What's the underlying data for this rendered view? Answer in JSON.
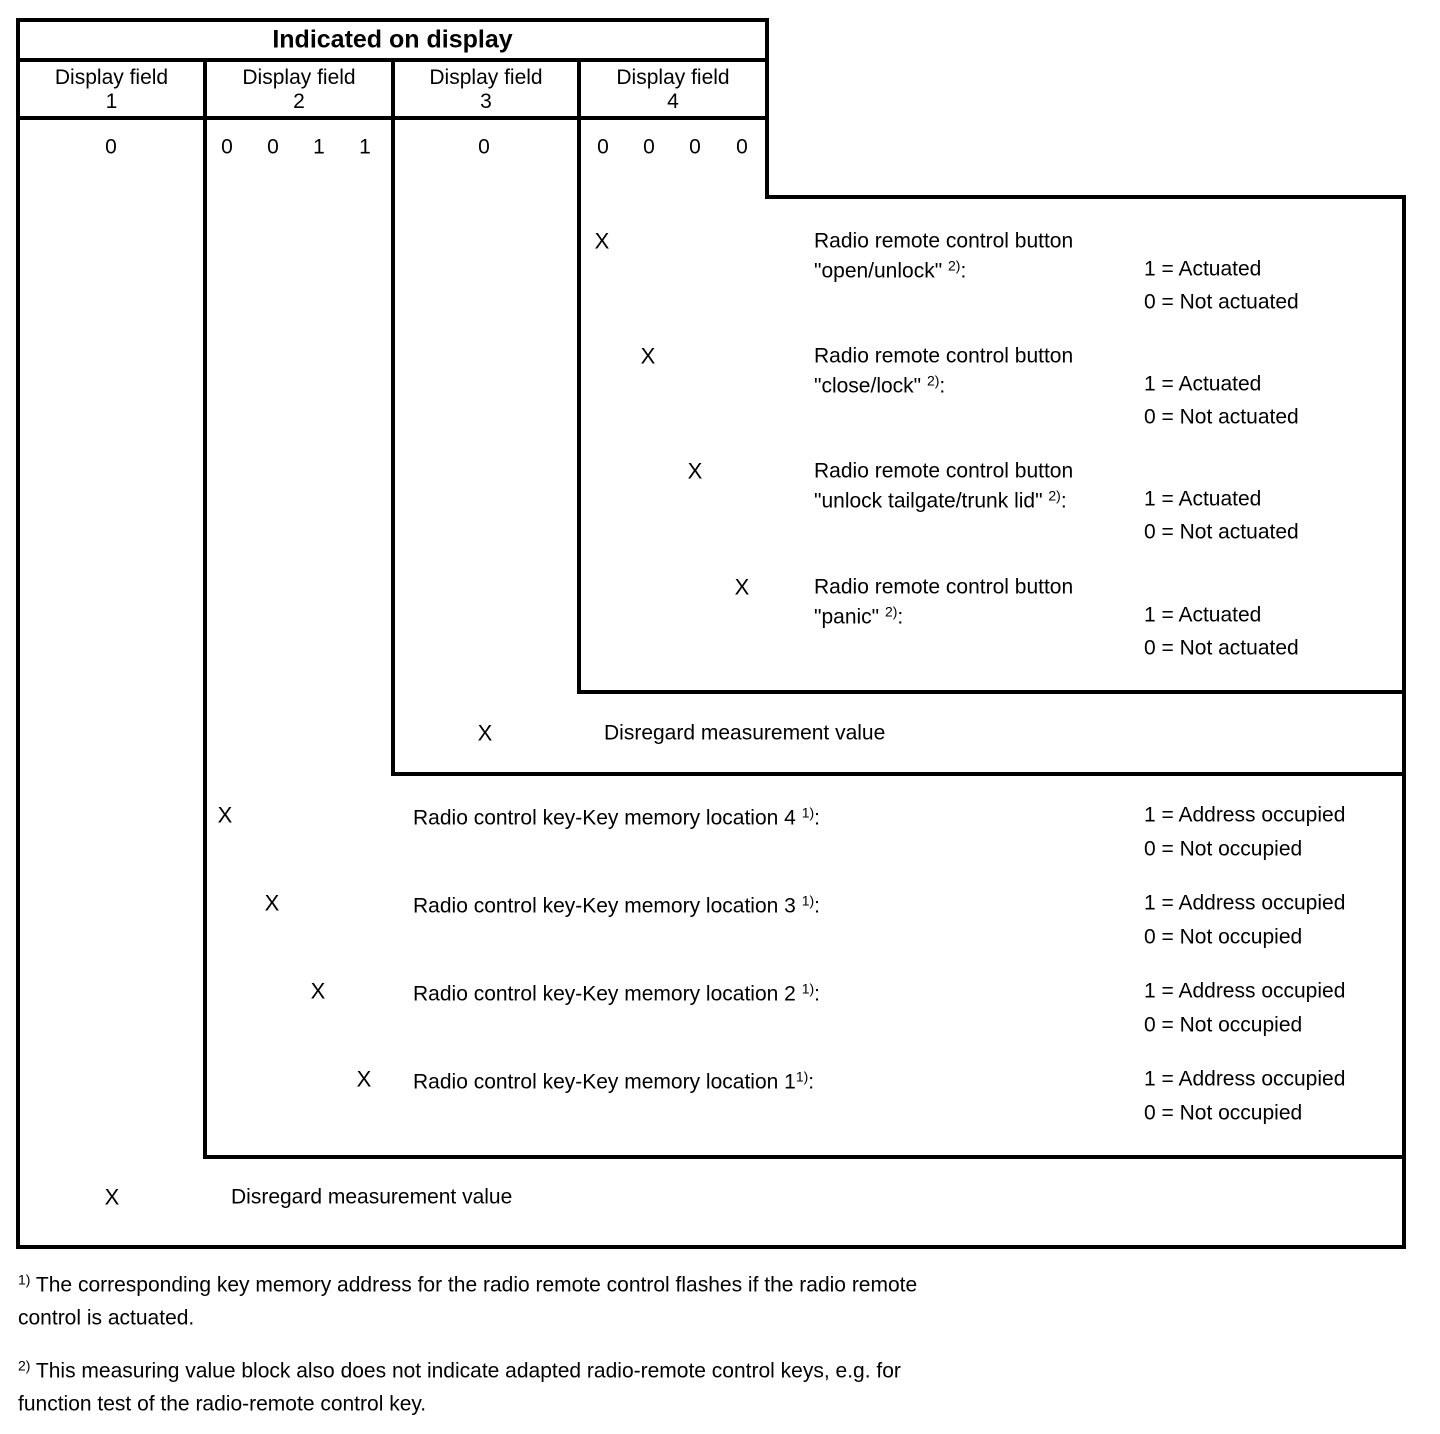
{
  "table": {
    "title": "Indicated on display",
    "columns": [
      {
        "label": "Display field",
        "number": "1"
      },
      {
        "label": "Display field",
        "number": "2"
      },
      {
        "label": "Display field",
        "number": "3"
      },
      {
        "label": "Display field",
        "number": "4"
      }
    ],
    "values": {
      "field1": [
        "0"
      ],
      "field2": [
        "0",
        "0",
        "1",
        "1"
      ],
      "field3": [
        "0"
      ],
      "field4": [
        "0",
        "0",
        "0",
        "0"
      ]
    }
  },
  "field4": {
    "entries": [
      {
        "marker": "X",
        "line1": "Radio remote control button",
        "line2": "\"open/unlock\"",
        "sup": "2)",
        "colon": ":",
        "val1": "1 = Actuated",
        "val0": "0 = Not actuated"
      },
      {
        "marker": "X",
        "line1": "Radio remote control button",
        "line2": "\"close/lock\"",
        "sup": "2)",
        "colon": ":",
        "val1": "1 = Actuated",
        "val0": "0 = Not actuated"
      },
      {
        "marker": "X",
        "line1": "Radio remote control button",
        "line2": "\"unlock tailgate/trunk lid\"",
        "sup": "2)",
        "colon": ":",
        "val1": "1 = Actuated",
        "val0": "0 = Not actuated"
      },
      {
        "marker": "X",
        "line1": "Radio remote control button",
        "line2": "\"panic\"",
        "sup": "2)",
        "colon": ":",
        "val1": "1 = Actuated",
        "val0": "0 = Not actuated"
      }
    ]
  },
  "field3": {
    "marker": "X",
    "label": "Disregard measurement value"
  },
  "field2": {
    "entries": [
      {
        "marker": "X",
        "label": "Radio control key-Key memory location 4",
        "sup": "1)",
        "colon": ":",
        "val1": "1 = Address occupied",
        "val0": "0 = Not occupied"
      },
      {
        "marker": "X",
        "label": "Radio control key-Key memory location 3",
        "sup": "1)",
        "colon": ":",
        "val1": "1 = Address occupied",
        "val0": "0 = Not occupied"
      },
      {
        "marker": "X",
        "label": "Radio control key-Key memory location 2",
        "sup": "1)",
        "colon": ":",
        "val1": "1 = Address occupied",
        "val0": "0 = Not occupied"
      },
      {
        "marker": "X",
        "label": "Radio control key-Key memory location 1",
        "sup": "1)",
        "colon": ":",
        "val1": "1 = Address occupied",
        "val0": "0 = Not occupied"
      }
    ]
  },
  "field1": {
    "marker": "X",
    "label": "Disregard measurement value"
  },
  "footnotes": [
    {
      "sup": "1)",
      "lines": [
        "The corresponding key memory address for the radio remote control flashes if the radio remote",
        "control is actuated."
      ]
    },
    {
      "sup": "2)",
      "lines": [
        "This measuring value block also does not indicate adapted radio-remote control keys, e.g. for",
        "function test of the radio-remote control key."
      ]
    }
  ]
}
